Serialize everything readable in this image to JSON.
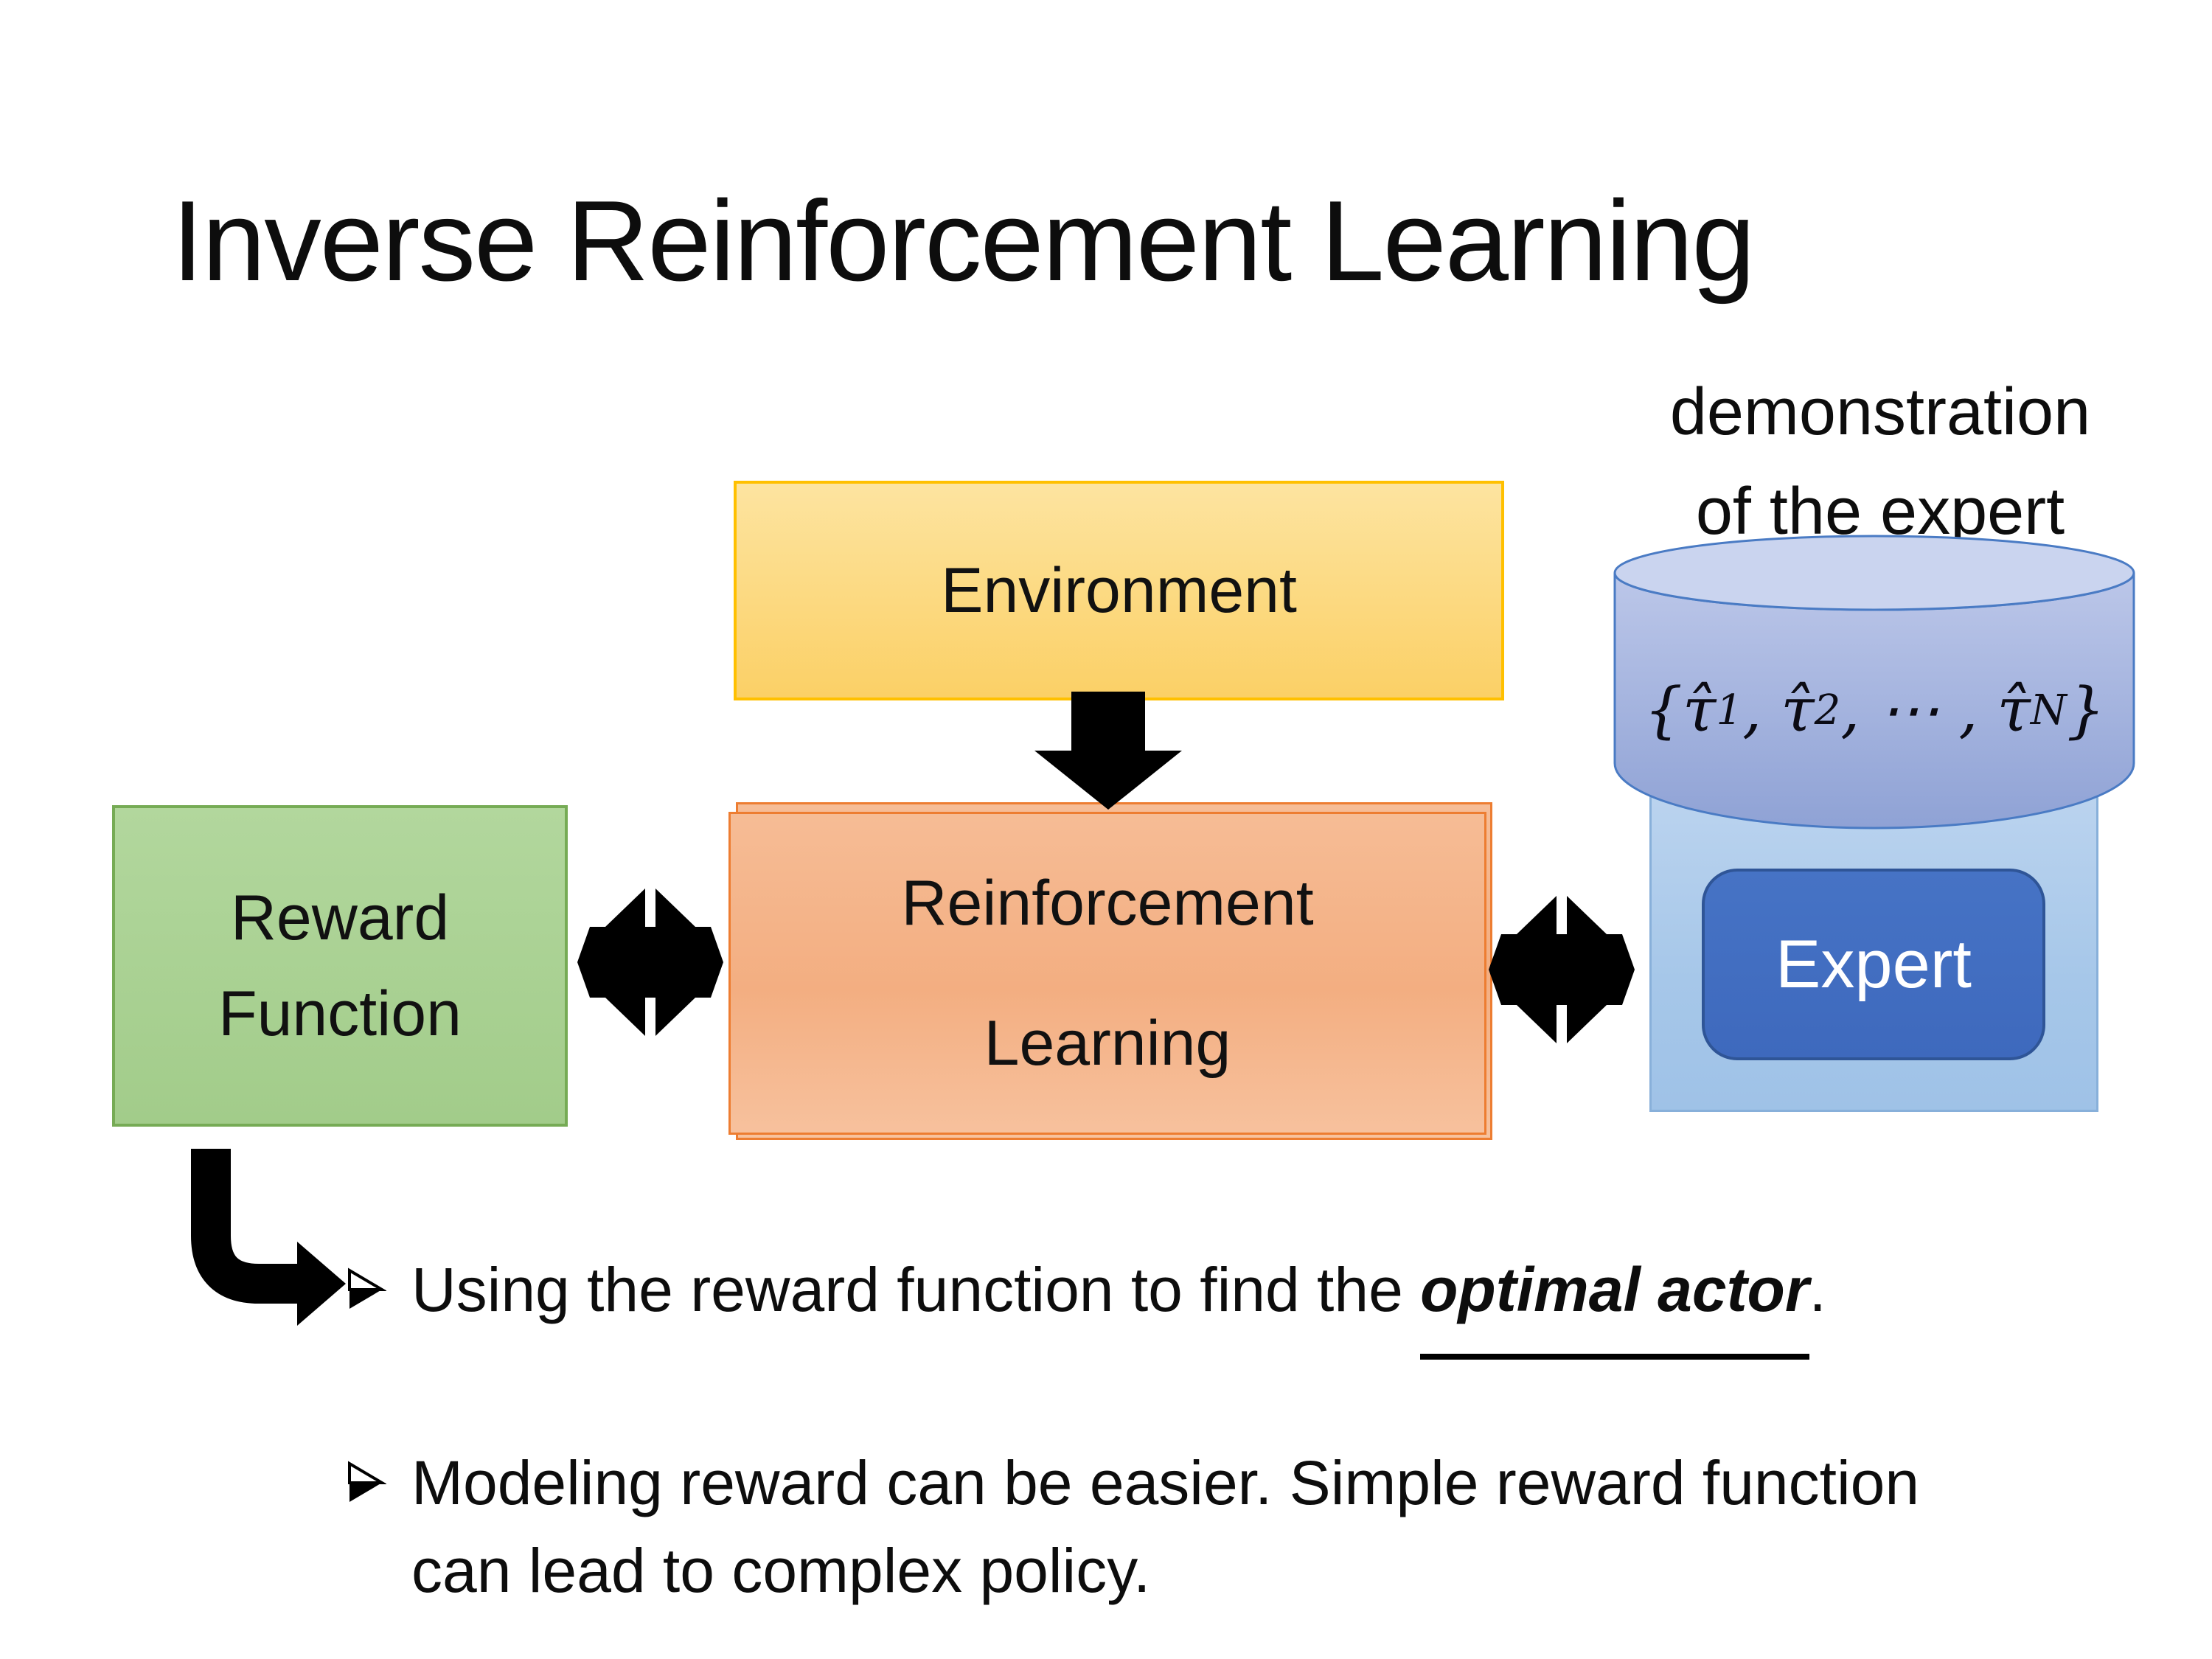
{
  "slide": {
    "title": "Inverse Reinforcement Learning"
  },
  "diagram": {
    "environment_label": "Environment",
    "reward_label_line1": "Reward",
    "reward_label_line2": "Function",
    "rl_label_line1": "Reinforcement",
    "rl_label_line2": "Learning",
    "expert_label": "Expert",
    "demo_caption_line1": "demonstration",
    "demo_caption_line2": "of the expert",
    "formula": {
      "p1": "{τ̂",
      "s1": "1",
      "p2": ", τ̂",
      "s2": "2",
      "p3": ", ⋯ , τ̂",
      "s3": "N",
      "p4": "}"
    }
  },
  "bullets": {
    "item1_prefix": "Using the reward function to find the ",
    "item1_emphasis": "optimal actor",
    "item1_suffix": ".",
    "item2": "Modeling reward can be easier. Simple reward function can lead to complex policy."
  },
  "colors": {
    "environment_fill": "#FBD066",
    "environment_border": "#FFC000",
    "reinforcement_fill": "#F3AE81",
    "reinforcement_border": "#ED7D31",
    "reward_fill": "#A9D18E",
    "reward_border": "#76AB55",
    "expert_container_fill": "#A6C7E9",
    "expert_fill": "#4472C4",
    "expert_border": "#2F5597",
    "cylinder_fill_top": "#CAD4EF",
    "cylinder_fill_bottom": "#93A6D8",
    "cylinder_border": "#4A7BC4",
    "arrow_color": "#000000",
    "text_color": "#0D0D0D"
  }
}
